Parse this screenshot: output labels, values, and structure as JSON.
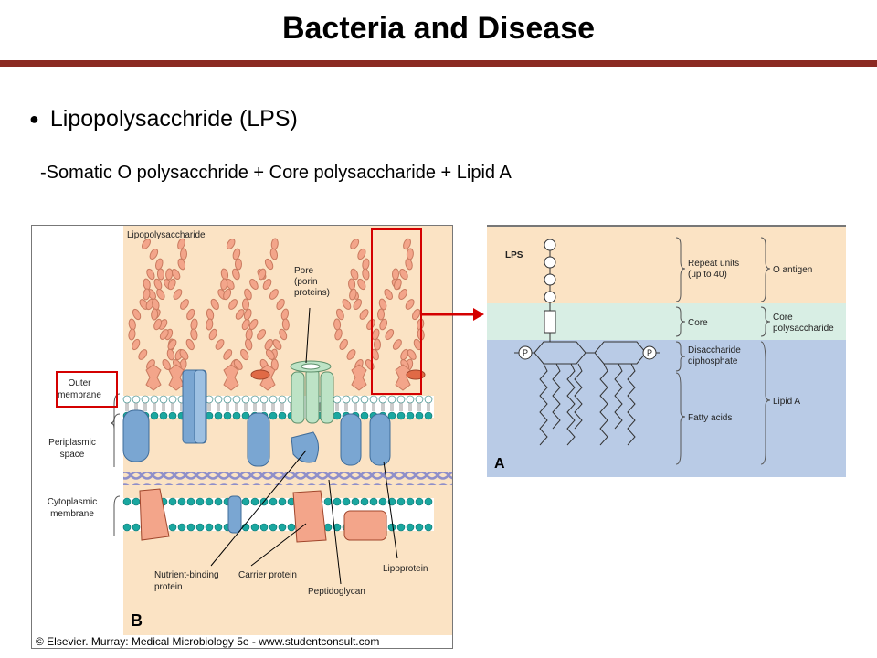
{
  "slide": {
    "title": "Bacteria and Disease",
    "bullet": "Lipopolysacchride (LPS)",
    "subline": "-Somatic O polysacchride + Core polysaccharide + Lipid A"
  },
  "panel_b": {
    "label_lps": "Lipopolysaccharide",
    "label_pore": [
      "Pore",
      "(porin",
      "proteins)"
    ],
    "label_outer": [
      "Outer",
      "membrane"
    ],
    "label_periplasmic": [
      "Periplasmic",
      "space"
    ],
    "label_cytoplasmic": [
      "Cytoplasmic",
      "membrane"
    ],
    "label_nutrient": [
      "Nutrient-binding",
      "protein"
    ],
    "label_carrier": "Carrier protein",
    "label_peptidoglycan": "Peptidoglycan",
    "label_lipoprotein": "Lipoprotein",
    "panel_letter": "B",
    "copyright": "© Elsevier. Murray: Medical Microbiology 5e - www.studentconsult.com"
  },
  "panel_a": {
    "label_lps": "LPS",
    "repeat_units": [
      "Repeat units",
      "(up to 40)"
    ],
    "o_antigen": "O antigen",
    "core": "Core",
    "core_poly": [
      "Core",
      "polysaccharide"
    ],
    "disaccharide": [
      "Disaccharide",
      "diphosphate"
    ],
    "fatty_acids": "Fatty acids",
    "lipid_a": "Lipid A",
    "phosphate": "P",
    "panel_letter": "A"
  },
  "colors": {
    "title_rule": "#8b2a22",
    "highlight_red": "#d40000",
    "lps_peach": "#f3a58a",
    "band_peach": "#fbe3c4",
    "band_green": "#d8eee4",
    "band_blue": "#b9cbe6",
    "protein_blue": "#7aa6d2",
    "head_teal": "#1aa7a0",
    "porin_green": "#bde3c6"
  }
}
